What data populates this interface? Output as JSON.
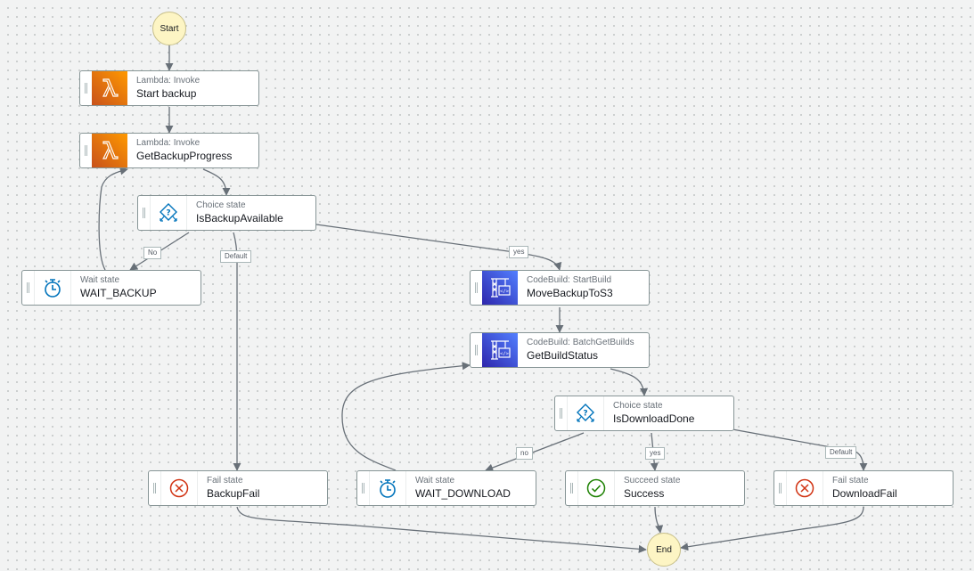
{
  "diagram": {
    "title": "Step Functions workflow",
    "start": {
      "label": "Start"
    },
    "end": {
      "label": "End"
    },
    "states": {
      "start_backup": {
        "type": "Lambda: Invoke",
        "name": "Start backup",
        "icon": "lambda-icon"
      },
      "get_backup_progress": {
        "type": "Lambda: Invoke",
        "name": "GetBackupProgress",
        "icon": "lambda-icon"
      },
      "is_backup_available": {
        "type": "Choice state",
        "name": "IsBackupAvailable",
        "icon": "choice-icon"
      },
      "wait_backup": {
        "type": "Wait state",
        "name": "WAIT_BACKUP",
        "icon": "timer-icon"
      },
      "move_backup_to_s3": {
        "type": "CodeBuild: StartBuild",
        "name": "MoveBackupToS3",
        "icon": "codebuild-icon"
      },
      "get_build_status": {
        "type": "CodeBuild: BatchGetBuilds",
        "name": "GetBuildStatus",
        "icon": "codebuild-icon"
      },
      "is_download_done": {
        "type": "Choice state",
        "name": "IsDownloadDone",
        "icon": "choice-icon"
      },
      "backup_fail": {
        "type": "Fail state",
        "name": "BackupFail",
        "icon": "fail-icon"
      },
      "wait_download": {
        "type": "Wait state",
        "name": "WAIT_DOWNLOAD",
        "icon": "timer-icon"
      },
      "success": {
        "type": "Succeed state",
        "name": "Success",
        "icon": "success-icon"
      },
      "download_fail": {
        "type": "Fail state",
        "name": "DownloadFail",
        "icon": "fail-icon"
      }
    },
    "edge_labels": {
      "backup_no": "No",
      "backup_default": "Default",
      "backup_yes": "yes",
      "download_no": "no",
      "download_yes": "yes",
      "download_default": "Default"
    },
    "transitions": [
      {
        "from": "Start",
        "to": "Start backup"
      },
      {
        "from": "Start backup",
        "to": "GetBackupProgress"
      },
      {
        "from": "GetBackupProgress",
        "to": "IsBackupAvailable"
      },
      {
        "from": "IsBackupAvailable",
        "to": "WAIT_BACKUP",
        "label": "No"
      },
      {
        "from": "IsBackupAvailable",
        "to": "BackupFail",
        "label": "Default"
      },
      {
        "from": "IsBackupAvailable",
        "to": "MoveBackupToS3",
        "label": "yes"
      },
      {
        "from": "WAIT_BACKUP",
        "to": "GetBackupProgress"
      },
      {
        "from": "MoveBackupToS3",
        "to": "GetBuildStatus"
      },
      {
        "from": "GetBuildStatus",
        "to": "IsDownloadDone"
      },
      {
        "from": "IsDownloadDone",
        "to": "WAIT_DOWNLOAD",
        "label": "no"
      },
      {
        "from": "IsDownloadDone",
        "to": "Success",
        "label": "yes"
      },
      {
        "from": "IsDownloadDone",
        "to": "DownloadFail",
        "label": "Default"
      },
      {
        "from": "WAIT_DOWNLOAD",
        "to": "GetBuildStatus"
      },
      {
        "from": "BackupFail",
        "to": "End"
      },
      {
        "from": "Success",
        "to": "End"
      },
      {
        "from": "DownloadFail",
        "to": "End"
      }
    ]
  }
}
